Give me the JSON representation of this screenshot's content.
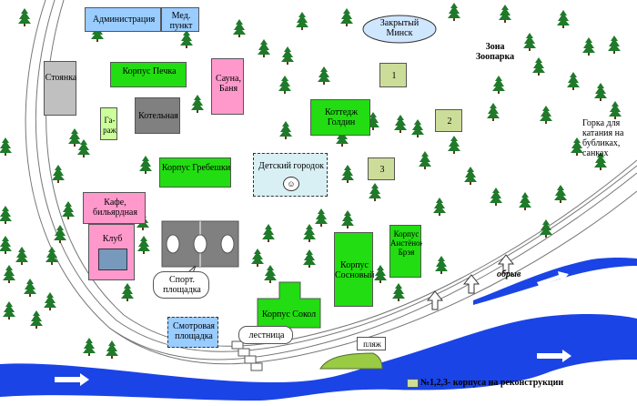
{
  "buildings": {
    "administration": "Администрация",
    "medical": "Мед. пункт",
    "lake": "Закрытый Минск",
    "zoo_zone": "Зона Зоопарка",
    "parking": "Стоянка",
    "korpus_pechka": "Корпус Печка",
    "sauna": "Сауна, Баня",
    "garage": "Га-раж",
    "boiler": "Котельная",
    "cottage": "Коттедж Голдин",
    "num1": "1",
    "num2": "2",
    "num3": "3",
    "hill": "Горка для катания на бубликах, санках",
    "korpus_grebeshki": "Корпус Гребешки",
    "kids_town": "Детский городок",
    "cafe": "Кафе, бильярдная",
    "club": "Клуб",
    "sport_ground": "Спорт. площадка",
    "korpus_aistyonok": "Корпус Аистёнок Брэя",
    "korpus_sosnovy": "Корпус Сосновый",
    "korpus_sokol": "Корпус Сокол",
    "view_platform": "Смотровая площадка",
    "stairs": "лестница",
    "cliff": "обрыв",
    "beach": "пляж"
  },
  "legend": {
    "text": "№1,2,3- корпуса на реконструкции"
  },
  "colors": {
    "building_green": "#22dd11",
    "building_pink": "#ff99cc",
    "building_gray": "#c0c0c0",
    "boiler_gray": "#808080",
    "reconstruction": "#ccdd99",
    "water": "#1a44e6",
    "tree": "#1f7a2a",
    "lake_fill": "#cfe6ff",
    "beach": "#99cc44"
  },
  "icons": {
    "tree": "pine-tree-icon",
    "smiley": "smiley-icon",
    "arrow": "current-arrow-icon"
  }
}
